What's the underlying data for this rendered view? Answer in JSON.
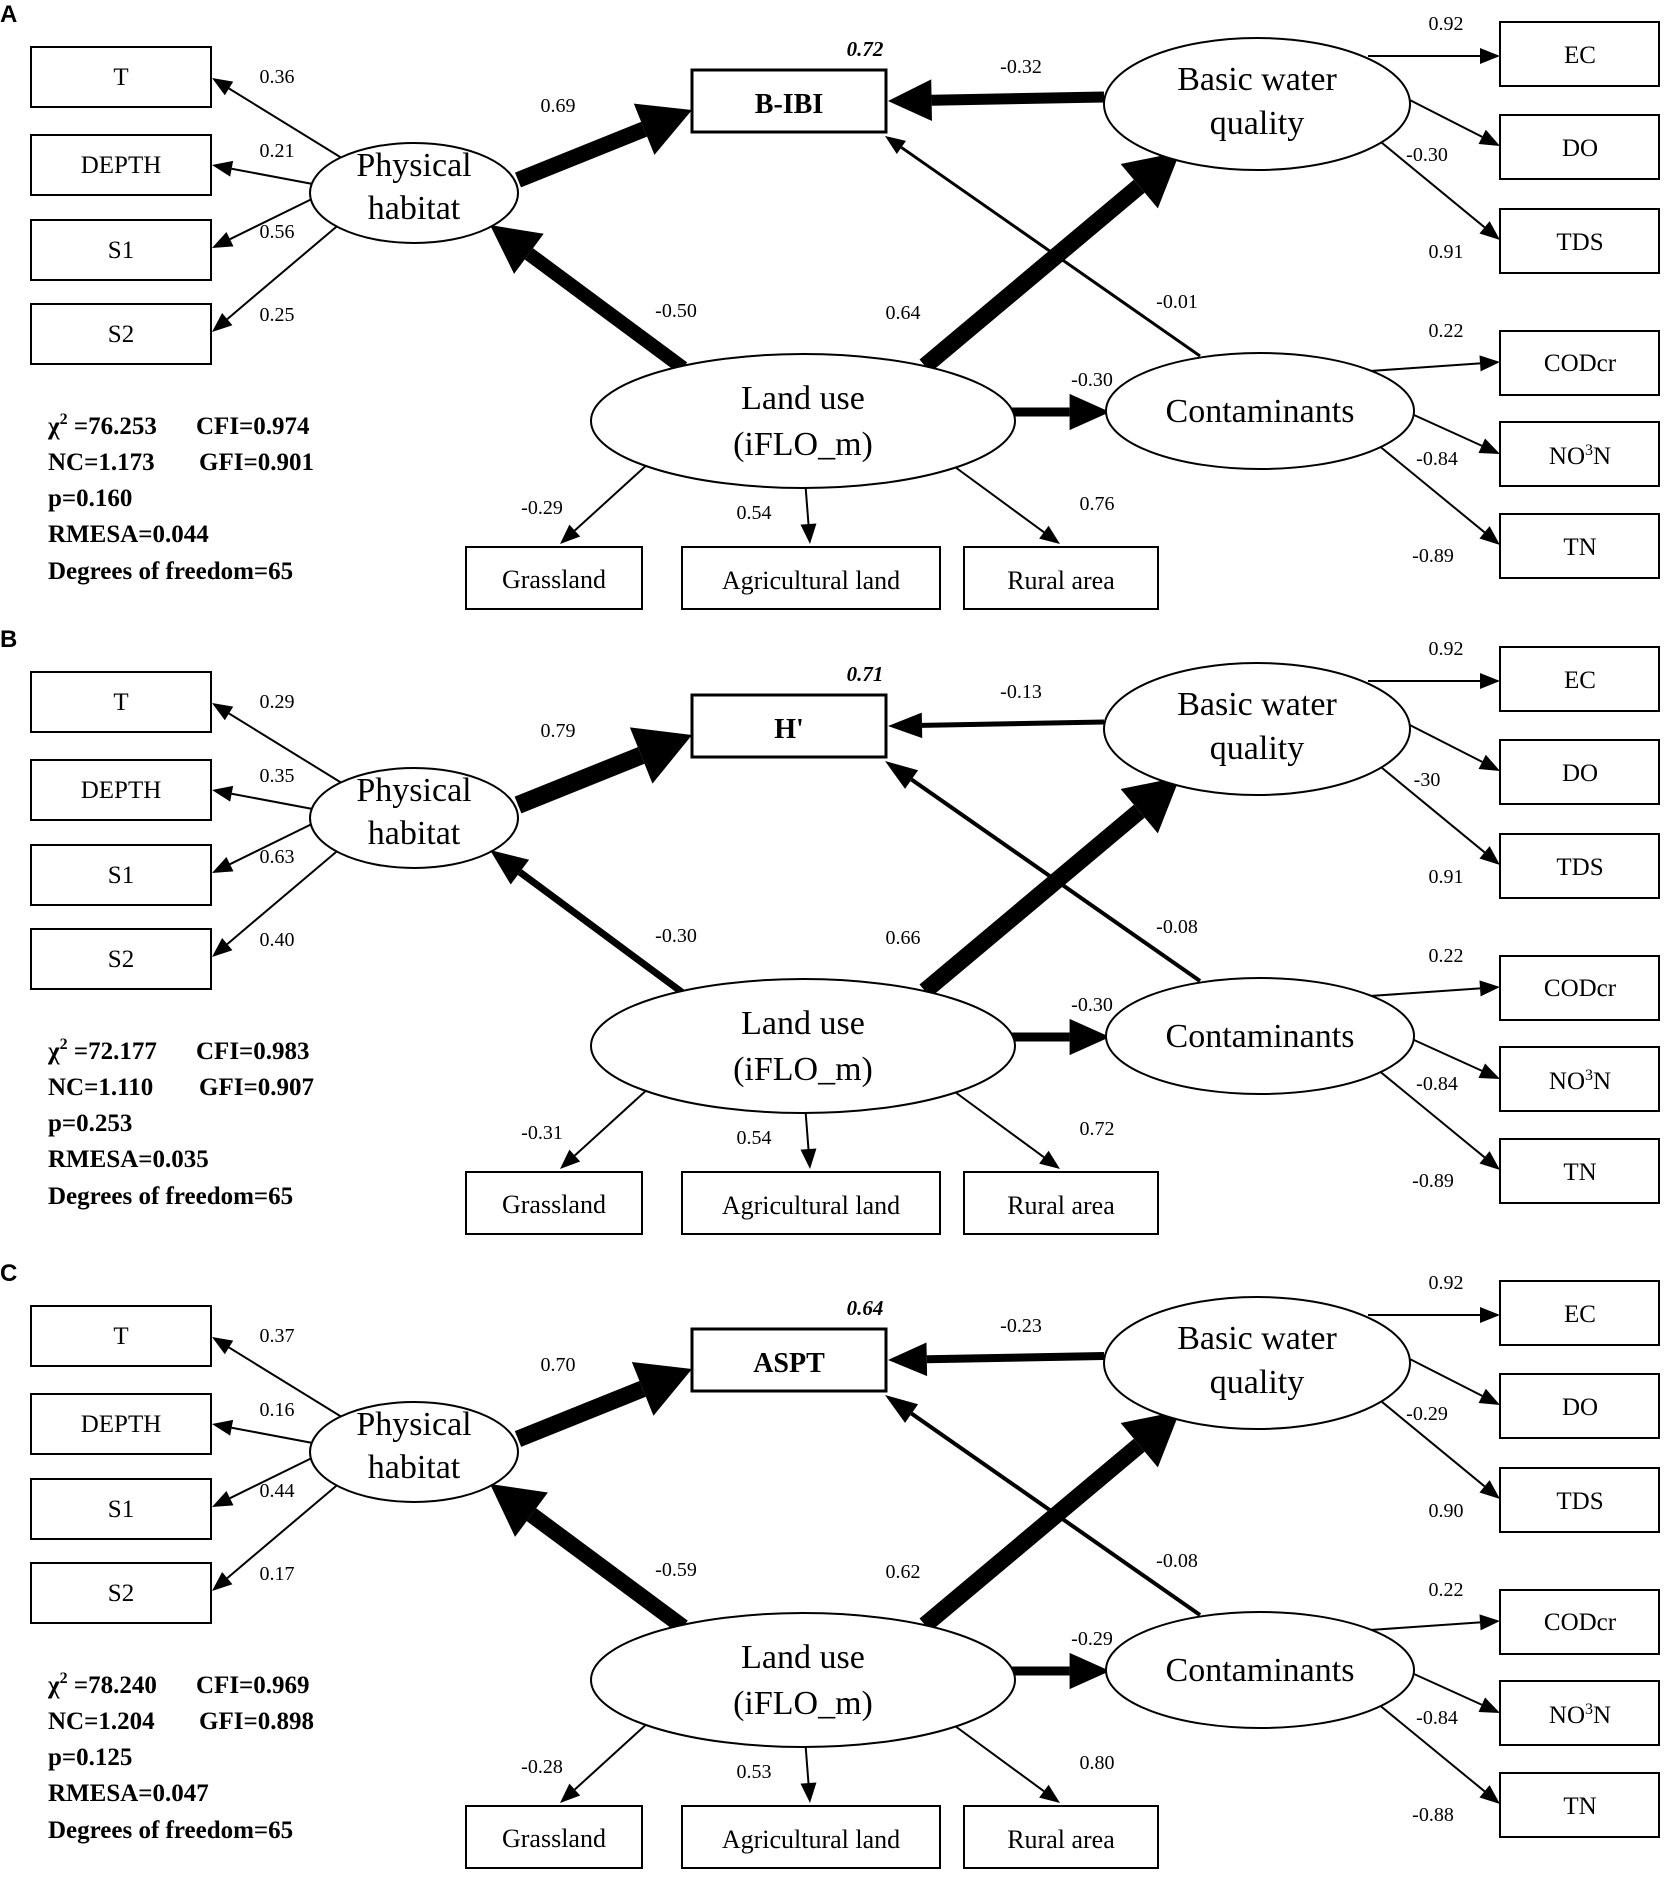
{
  "panels": [
    {
      "letter": "A",
      "outcome": "B-IBI",
      "r2": "0.72",
      "ph_loadings": [
        "0.36",
        "0.21",
        "0.56",
        "0.25"
      ],
      "lu_loadings": [
        "-0.29",
        "0.54",
        "0.76"
      ],
      "bwq_loadings": [
        "0.92",
        "-0.30",
        "0.91"
      ],
      "con_loadings": [
        "0.22",
        "-0.84",
        "-0.89"
      ],
      "path_ph_out": "0.69",
      "path_bwq_out": "-0.32",
      "path_con_out": "-0.01",
      "path_lu_ph": "-0.50",
      "path_lu_bwq": "0.64",
      "path_lu_con": "-0.30",
      "stats": {
        "chi": "76.253",
        "cfi": "CFI=0.974",
        "nc": "NC=1.173",
        "gfi": "GFI=0.901",
        "p": "p=0.160",
        "rmesa": "RMESA=0.044",
        "df": "Degrees of freedom=65"
      }
    },
    {
      "letter": "B",
      "outcome": "H'",
      "r2": "0.71",
      "ph_loadings": [
        "0.29",
        "0.35",
        "0.63",
        "0.40"
      ],
      "lu_loadings": [
        "-0.31",
        "0.54",
        "0.72"
      ],
      "bwq_loadings": [
        "0.92",
        "-30",
        "0.91"
      ],
      "con_loadings": [
        "0.22",
        "-0.84",
        "-0.89"
      ],
      "path_ph_out": "0.79",
      "path_bwq_out": "-0.13",
      "path_con_out": "-0.08",
      "path_lu_ph": "-0.30",
      "path_lu_bwq": "0.66",
      "path_lu_con": "-0.30",
      "stats": {
        "chi": "72.177",
        "cfi": "CFI=0.983",
        "nc": "NC=1.110",
        "gfi": "GFI=0.907",
        "p": "p=0.253",
        "rmesa": "RMESA=0.035",
        "df": "Degrees of freedom=65"
      }
    },
    {
      "letter": "C",
      "outcome": "ASPT",
      "r2": "0.64",
      "ph_loadings": [
        "0.37",
        "0.16",
        "0.44",
        "0.17"
      ],
      "lu_loadings": [
        "-0.28",
        "0.53",
        "0.80"
      ],
      "bwq_loadings": [
        "0.92",
        "-0.29",
        "0.90"
      ],
      "con_loadings": [
        "0.22",
        "-0.84",
        "-0.88"
      ],
      "path_ph_out": "0.70",
      "path_bwq_out": "-0.23",
      "path_con_out": "-0.08",
      "path_lu_ph": "-0.59",
      "path_lu_bwq": "0.62",
      "path_lu_con": "-0.29",
      "stats": {
        "chi": "78.240",
        "cfi": "CFI=0.969",
        "nc": "NC=1.204",
        "gfi": "GFI=0.898",
        "p": "p=0.125",
        "rmesa": "RMESA=0.047",
        "df": "Degrees of freedom=65"
      }
    }
  ],
  "labels": {
    "ph_indicators": [
      "T",
      "DEPTH",
      "S1",
      "S2"
    ],
    "physical_habitat": [
      "Physical",
      "habitat"
    ],
    "basic_water_quality": [
      "Basic water",
      "quality"
    ],
    "land_use": [
      "Land use",
      "(iFLO_m)"
    ],
    "contaminants": "Contaminants",
    "bwq_indicators": [
      "EC",
      "DO",
      "TDS"
    ],
    "con_indicators": [
      "CODcr",
      "NO",
      "3",
      "N",
      "TN"
    ],
    "lu_indicators": [
      "Grassland",
      "Agricultural land",
      "Rural area"
    ],
    "chi_symbol": "χ",
    "chi_sup": "2",
    "chi_eq": " =",
    "stroke_color": "#000000",
    "background": "#ffffff"
  }
}
